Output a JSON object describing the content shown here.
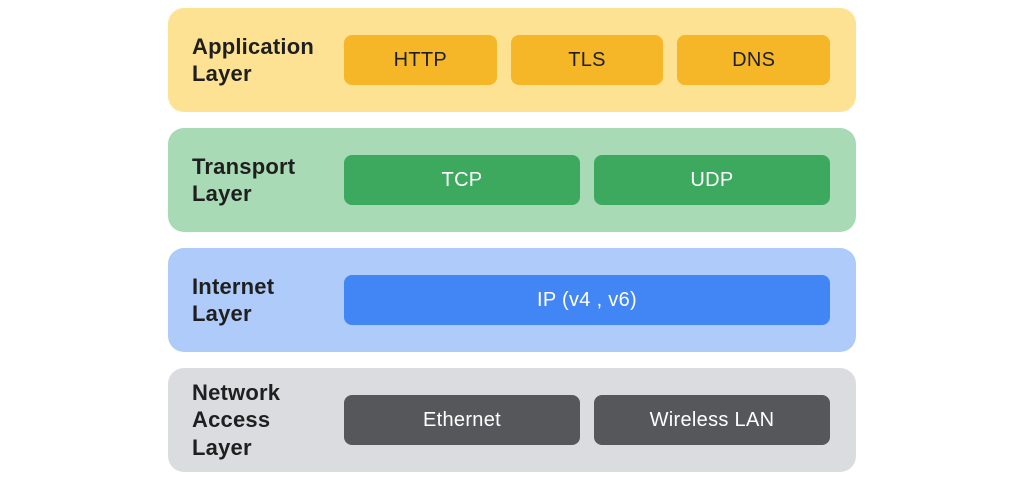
{
  "background": "#ffffff",
  "layers": [
    {
      "label": "Application Layer",
      "bg": "#FDE293",
      "box_bg": "#F5B727",
      "box_fg": "#1F1F1F",
      "boxes": [
        "HTTP",
        "TLS",
        "DNS"
      ]
    },
    {
      "label": "Transport Layer",
      "bg": "#A8DAB5",
      "box_bg": "#3DA95F",
      "box_fg": "#FFFFFF",
      "boxes": [
        "TCP",
        "UDP"
      ]
    },
    {
      "label": "Internet Layer",
      "bg": "#AECBFA",
      "box_bg": "#4285F4",
      "box_fg": "#FFFFFF",
      "boxes": [
        "IP (v4 , v6)"
      ]
    },
    {
      "label": "Network Access Layer",
      "bg": "#DADCE0",
      "box_bg": "#55575B",
      "box_fg": "#FFFFFF",
      "boxes": [
        "Ethernet",
        "Wireless LAN"
      ]
    }
  ]
}
